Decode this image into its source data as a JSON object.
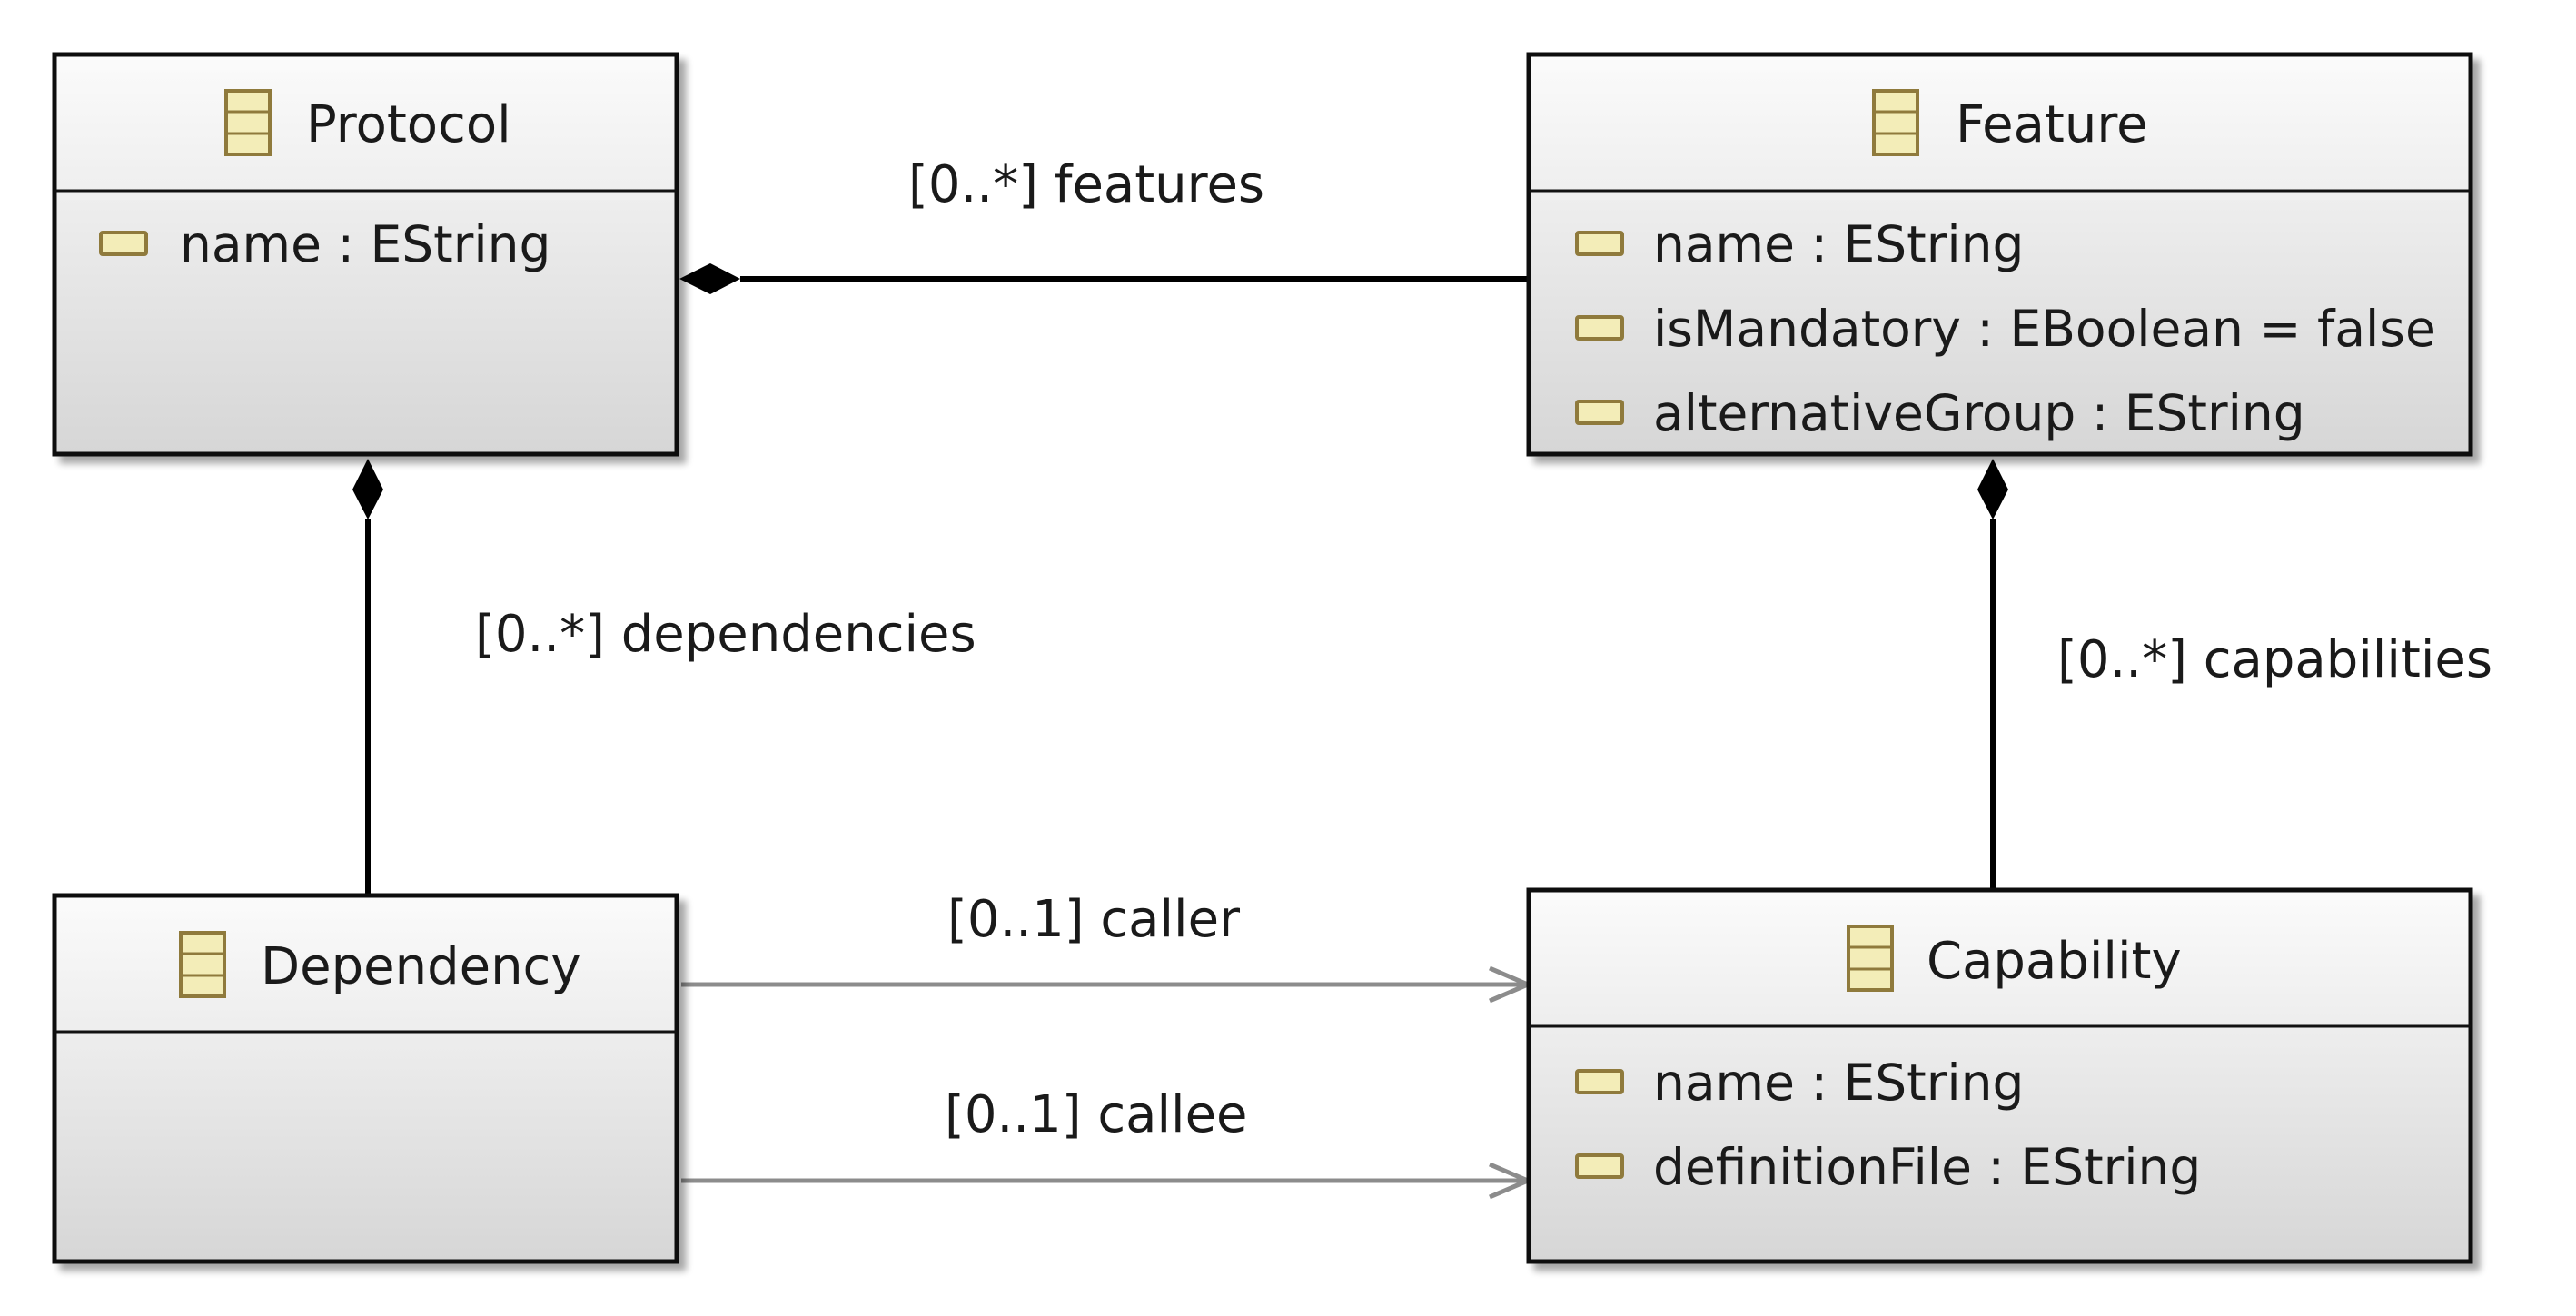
{
  "diagram": {
    "classes": [
      {
        "id": "protocol",
        "name": "Protocol",
        "icon": "eclass-icon",
        "attributes": [
          "name : EString"
        ]
      },
      {
        "id": "feature",
        "name": "Feature",
        "icon": "eclass-icon",
        "attributes": [
          "name : EString",
          "isMandatory : EBoolean = false",
          "alternativeGroup : EString"
        ]
      },
      {
        "id": "dependency",
        "name": "Dependency",
        "icon": "eclass-icon",
        "attributes": []
      },
      {
        "id": "capability",
        "name": "Capability",
        "icon": "eclass-icon",
        "attributes": [
          "name : EString",
          "definitionFile : EString"
        ]
      }
    ],
    "associations": [
      {
        "id": "features",
        "label": "[0..*] features",
        "kind": "composition"
      },
      {
        "id": "dependencies",
        "label": "[0..*] dependencies",
        "kind": "composition"
      },
      {
        "id": "capabilities",
        "label": "[0..*] capabilities",
        "kind": "composition"
      },
      {
        "id": "caller",
        "label": "[0..1] caller",
        "kind": "reference"
      },
      {
        "id": "callee",
        "label": "[0..1] callee",
        "kind": "reference"
      }
    ],
    "colors": {
      "box_border": "#111111",
      "box_top": "#fbfbfb",
      "box_bottom": "#d6d6d6",
      "icon_fill": "#f3edb8",
      "icon_stroke": "#8f7a3c",
      "composition_line": "#000000",
      "reference_line": "#8c8c8c"
    }
  }
}
